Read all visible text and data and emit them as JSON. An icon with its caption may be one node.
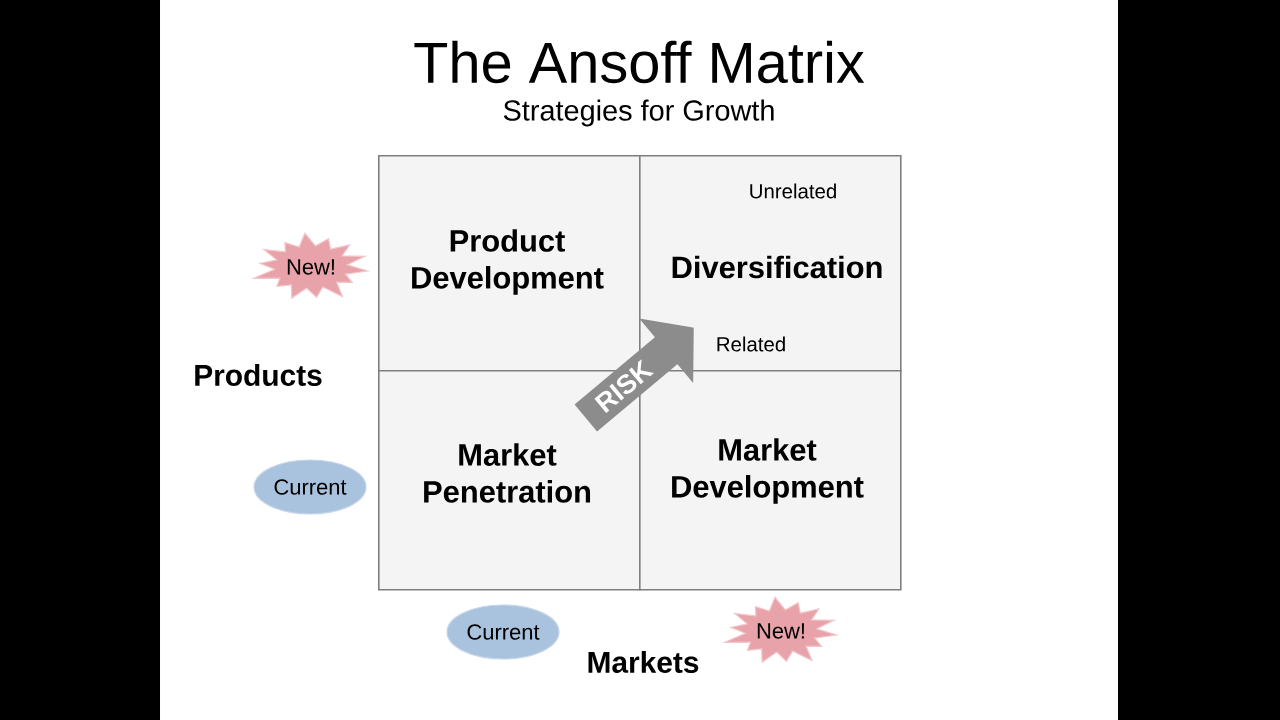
{
  "diagram": {
    "title": "The Ansoff Matrix",
    "nodes": [
      {
        "text": [
          "Product Development"
        ]
      },
      {
        "text": [
          "Unrelated",
          "Diversification",
          "Related"
        ]
      },
      {
        "text": [
          "Market Penetration"
        ]
      },
      {
        "text": [
          "Market Development"
        ]
      },
      {
        "text": [
          "New!"
        ]
      },
      {
        "text": [
          "Current"
        ]
      },
      {
        "text": [
          "Current"
        ]
      },
      {
        "text": [
          "New!"
        ]
      }
    ],
    "edges": [
      {
        "from": 2,
        "to": 1,
        "arrow": "to",
        "label": "RISK"
      }
    ],
    "labels": [
      "Strategies for Growth",
      "Products",
      "Markets"
    ]
  }
}
